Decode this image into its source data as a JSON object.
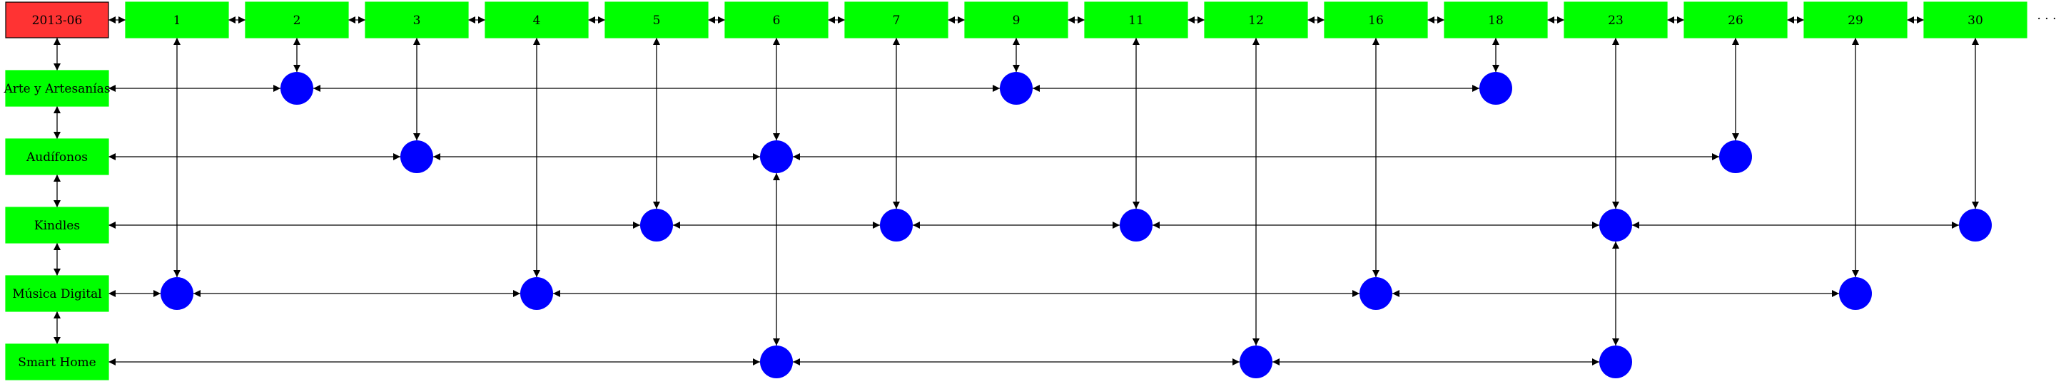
{
  "period": "2013-06",
  "days": [
    "1",
    "2",
    "3",
    "4",
    "5",
    "6",
    "7",
    "9",
    "11",
    "12",
    "16",
    "18",
    "23",
    "26",
    "29",
    "30"
  ],
  "categories": [
    "Arte y Artesanías",
    "Audífonos",
    "Kindles",
    "Música Digital",
    "Smart Home"
  ],
  "events": [
    {
      "day": "2",
      "category": "Arte y Artesanías"
    },
    {
      "day": "9",
      "category": "Arte y Artesanías"
    },
    {
      "day": "18",
      "category": "Arte y Artesanías"
    },
    {
      "day": "3",
      "category": "Audífonos"
    },
    {
      "day": "6",
      "category": "Audífonos"
    },
    {
      "day": "26",
      "category": "Audífonos"
    },
    {
      "day": "5",
      "category": "Kindles"
    },
    {
      "day": "7",
      "category": "Kindles"
    },
    {
      "day": "11",
      "category": "Kindles"
    },
    {
      "day": "23",
      "category": "Kindles"
    },
    {
      "day": "30",
      "category": "Kindles"
    },
    {
      "day": "1",
      "category": "Música Digital"
    },
    {
      "day": "4",
      "category": "Música Digital"
    },
    {
      "day": "16",
      "category": "Música Digital"
    },
    {
      "day": "29",
      "category": "Música Digital"
    },
    {
      "day": "6",
      "category": "Smart Home"
    },
    {
      "day": "12",
      "category": "Smart Home"
    },
    {
      "day": "23",
      "category": "Smart Home"
    }
  ],
  "colors": {
    "period_box": "#ff3333",
    "day_box": "#00ff00",
    "category_box": "#00ff00",
    "event_dot": "#0000ff",
    "edge": "#000000"
  },
  "trailing_text": "· · ·"
}
